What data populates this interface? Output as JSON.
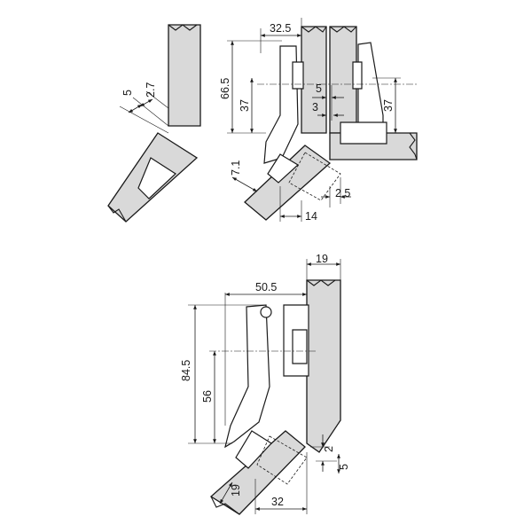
{
  "top_right_view": {
    "dim_width": "32.5",
    "dim_total_height": "66.5",
    "dim_cup_height": "37",
    "dim_offset_a": "5",
    "dim_offset_b": "3",
    "dim_right_height": "37",
    "dim_angle_depth": "7.1",
    "dim_small_gap": "2.5",
    "dim_bottom": "14"
  },
  "top_left_view": {
    "dim_a": "5",
    "dim_b": "2.7"
  },
  "bottom_view": {
    "dim_panel": "19",
    "dim_width": "50.5",
    "dim_total_height": "84.5",
    "dim_cup_height": "56",
    "dim_gap": "2",
    "dim_overlap": "5",
    "dim_door": "19",
    "dim_bottom": "32"
  }
}
